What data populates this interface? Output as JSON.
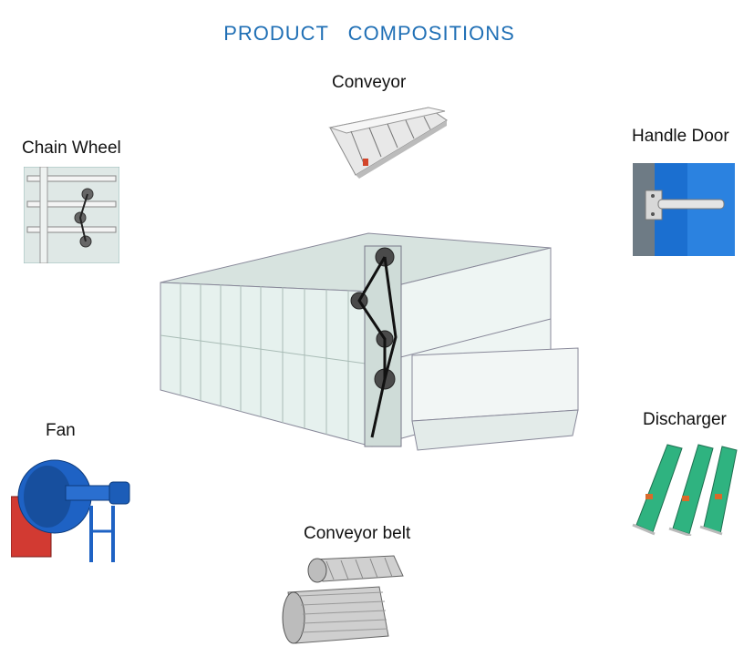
{
  "title": "PRODUCT   COMPOSITIONS",
  "components": {
    "conveyor": "Conveyor",
    "chain_wheel": "Chain Wheel",
    "handle_door": "Handle Door",
    "fan": "Fan",
    "discharger": "Discharger",
    "conveyor_belt": "Conveyor belt"
  },
  "colors": {
    "title": "#1f6fb5",
    "machine_panel": "#e6f1ee",
    "door_blue": "#1b6fd0",
    "fan_blue": "#1e62c4",
    "discharger_green": "#2fb380"
  }
}
